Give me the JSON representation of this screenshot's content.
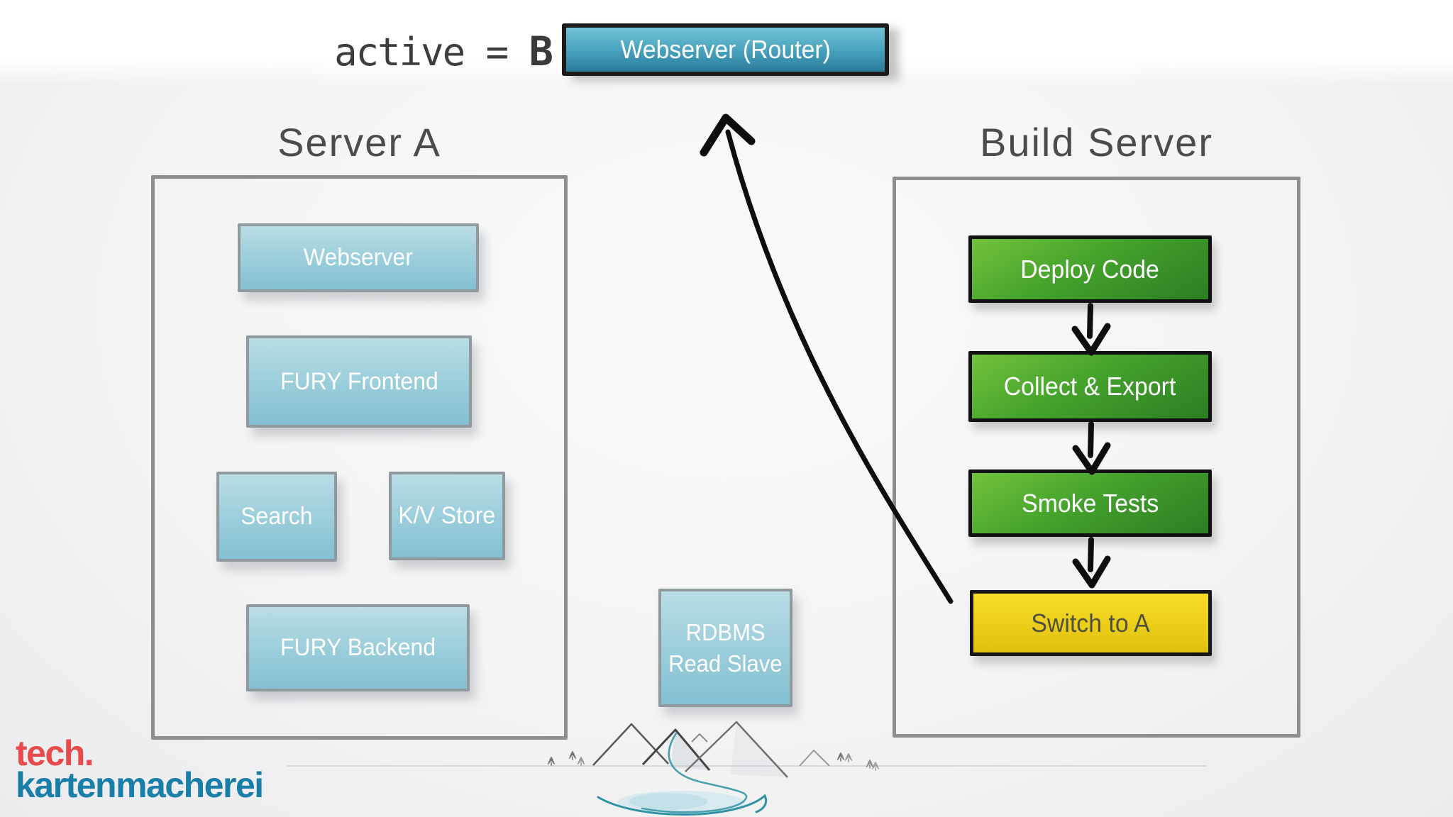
{
  "active_assignment": {
    "prefix": "active = ",
    "value": "B"
  },
  "router": {
    "label": "Webserver (Router)"
  },
  "server_a": {
    "title": "Server A",
    "boxes": [
      {
        "label": "Webserver"
      },
      {
        "label": "FURY Frontend"
      },
      {
        "label": "Search"
      },
      {
        "label": "K/V Store"
      },
      {
        "label": "FURY Backend"
      }
    ]
  },
  "build_server": {
    "title": "Build Server",
    "steps": [
      {
        "label": "Deploy Code"
      },
      {
        "label": "Collect & Export"
      },
      {
        "label": "Smoke Tests"
      },
      {
        "label": "Switch to A"
      }
    ]
  },
  "database": {
    "line1": "RDBMS",
    "line2": "Read Slave"
  },
  "logo": {
    "line1": "tech.",
    "line2": "kartenmacherei"
  },
  "colors": {
    "router_blue_top": "#71c3d7",
    "router_blue_bottom": "#2b7c9b",
    "component_blue_top": "#badde6",
    "component_blue_bottom": "#83c0d1",
    "pipeline_green_top": "#72c23a",
    "pipeline_green_bottom": "#2b7e22",
    "switch_yellow": "#eed31d",
    "switch_text": "#50503e",
    "panel_border_gray": "#8e8e8e",
    "title_gray": "#4c4c4c",
    "arrow_black": "#0e0e0e",
    "logo_red": "#e8494b",
    "logo_teal": "#197ea8"
  }
}
